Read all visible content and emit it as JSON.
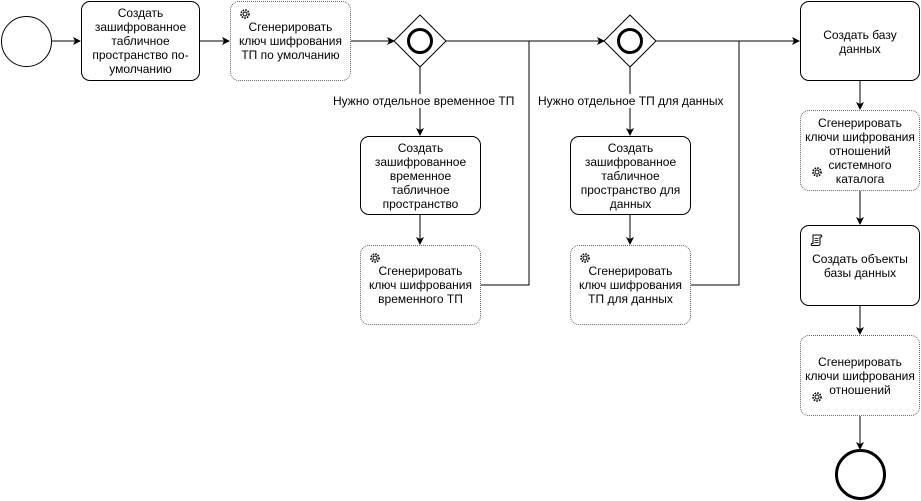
{
  "tasks": {
    "create_default_ts": "Создать зашифрованное табличное пространство по-умолчанию",
    "gen_default_key": "Сгенерировать ключ шифрования ТП по умолчанию",
    "create_temp_ts": "Создать зашифрованное временное табличное пространство",
    "gen_temp_key": "Сгенерировать ключ шифрования временного ТП",
    "create_data_ts": "Создать зашифрованное табличное пространство для данных",
    "gen_data_key": "Сгенерировать ключ шифрования ТП для данных",
    "create_db": "Создать базу данных",
    "gen_catalog_keys": "Сгенерировать ключи шифрования отношений системного каталога",
    "create_db_objects": "Создать объекты базы данных",
    "gen_relation_keys": "Сгенерировать ключи шифрования отношений"
  },
  "conditions": {
    "need_temp": "Нужно отдельное временное ТП",
    "need_data": "Нужно отдельное ТП для данных"
  },
  "icons": {
    "service": "gear-icon",
    "script": "script-icon"
  },
  "colors": {
    "stroke": "#000000",
    "dotted": "#666666"
  }
}
